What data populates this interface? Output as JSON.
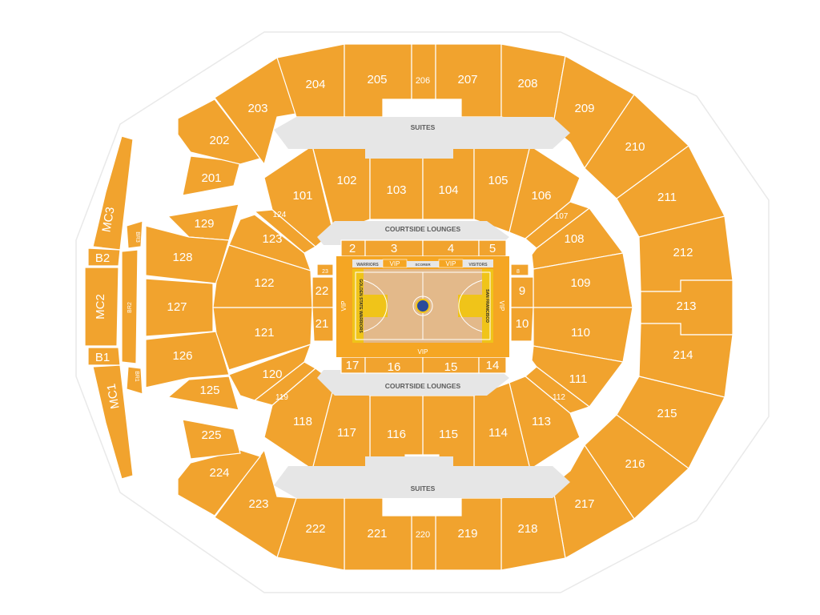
{
  "colors": {
    "section": "#f1a32e",
    "concourse": "#e6e6e6",
    "court_wood": "#e3b98a",
    "court_frame": "#f5a623",
    "court_band": "#f0c419",
    "label_gray": "#5b5b5b"
  },
  "areas": {
    "suites_top": "SUITES",
    "suites_bottom": "SUITES",
    "courtside_top": "COURTSIDE LOUNGES",
    "courtside_bottom": "COURTSIDE LOUNGES",
    "warriors": "WARRIORS",
    "visitors": "VISITORS",
    "scorer": "SCORER",
    "vip_top_left": "VIP",
    "vip_top_right": "VIP",
    "vip_left": "VIP",
    "vip_right": "VIP",
    "vip_bottom": "VIP",
    "court_left_text": "GOLDEN STATE WARRIORS",
    "court_right_text": "SAN FRANCISCO"
  },
  "sections": {
    "s2": "2",
    "s3": "3",
    "s4": "4",
    "s5": "5",
    "s8": "8",
    "s9": "9",
    "s10": "10",
    "s14": "14",
    "s15": "15",
    "s16": "16",
    "s17": "17",
    "s21": "21",
    "s22": "22",
    "s23": "23",
    "s101": "101",
    "s102": "102",
    "s103": "103",
    "s104": "104",
    "s105": "105",
    "s106": "106",
    "s107": "107",
    "s108": "108",
    "s109": "109",
    "s110": "110",
    "s111": "111",
    "s112": "112",
    "s113": "113",
    "s114": "114",
    "s115": "115",
    "s116": "116",
    "s117": "117",
    "s118": "118",
    "s119": "119",
    "s120": "120",
    "s121": "121",
    "s122": "122",
    "s123": "123",
    "s124": "124",
    "s125": "125",
    "s126": "126",
    "s127": "127",
    "s128": "128",
    "s129": "129",
    "s201": "201",
    "s202": "202",
    "s203": "203",
    "s204": "204",
    "s205": "205",
    "s206": "206",
    "s207": "207",
    "s208": "208",
    "s209": "209",
    "s210": "210",
    "s211": "211",
    "s212": "212",
    "s213": "213",
    "s214": "214",
    "s215": "215",
    "s216": "216",
    "s217": "217",
    "s218": "218",
    "s219": "219",
    "s220": "220",
    "s221": "221",
    "s222": "222",
    "s223": "223",
    "s224": "224",
    "s225": "225",
    "mc1": "MC1",
    "mc2": "MC2",
    "mc3": "MC3",
    "b1": "B1",
    "b2": "B2",
    "br1": "BR1",
    "br2": "BR2",
    "br3": "BR3"
  }
}
